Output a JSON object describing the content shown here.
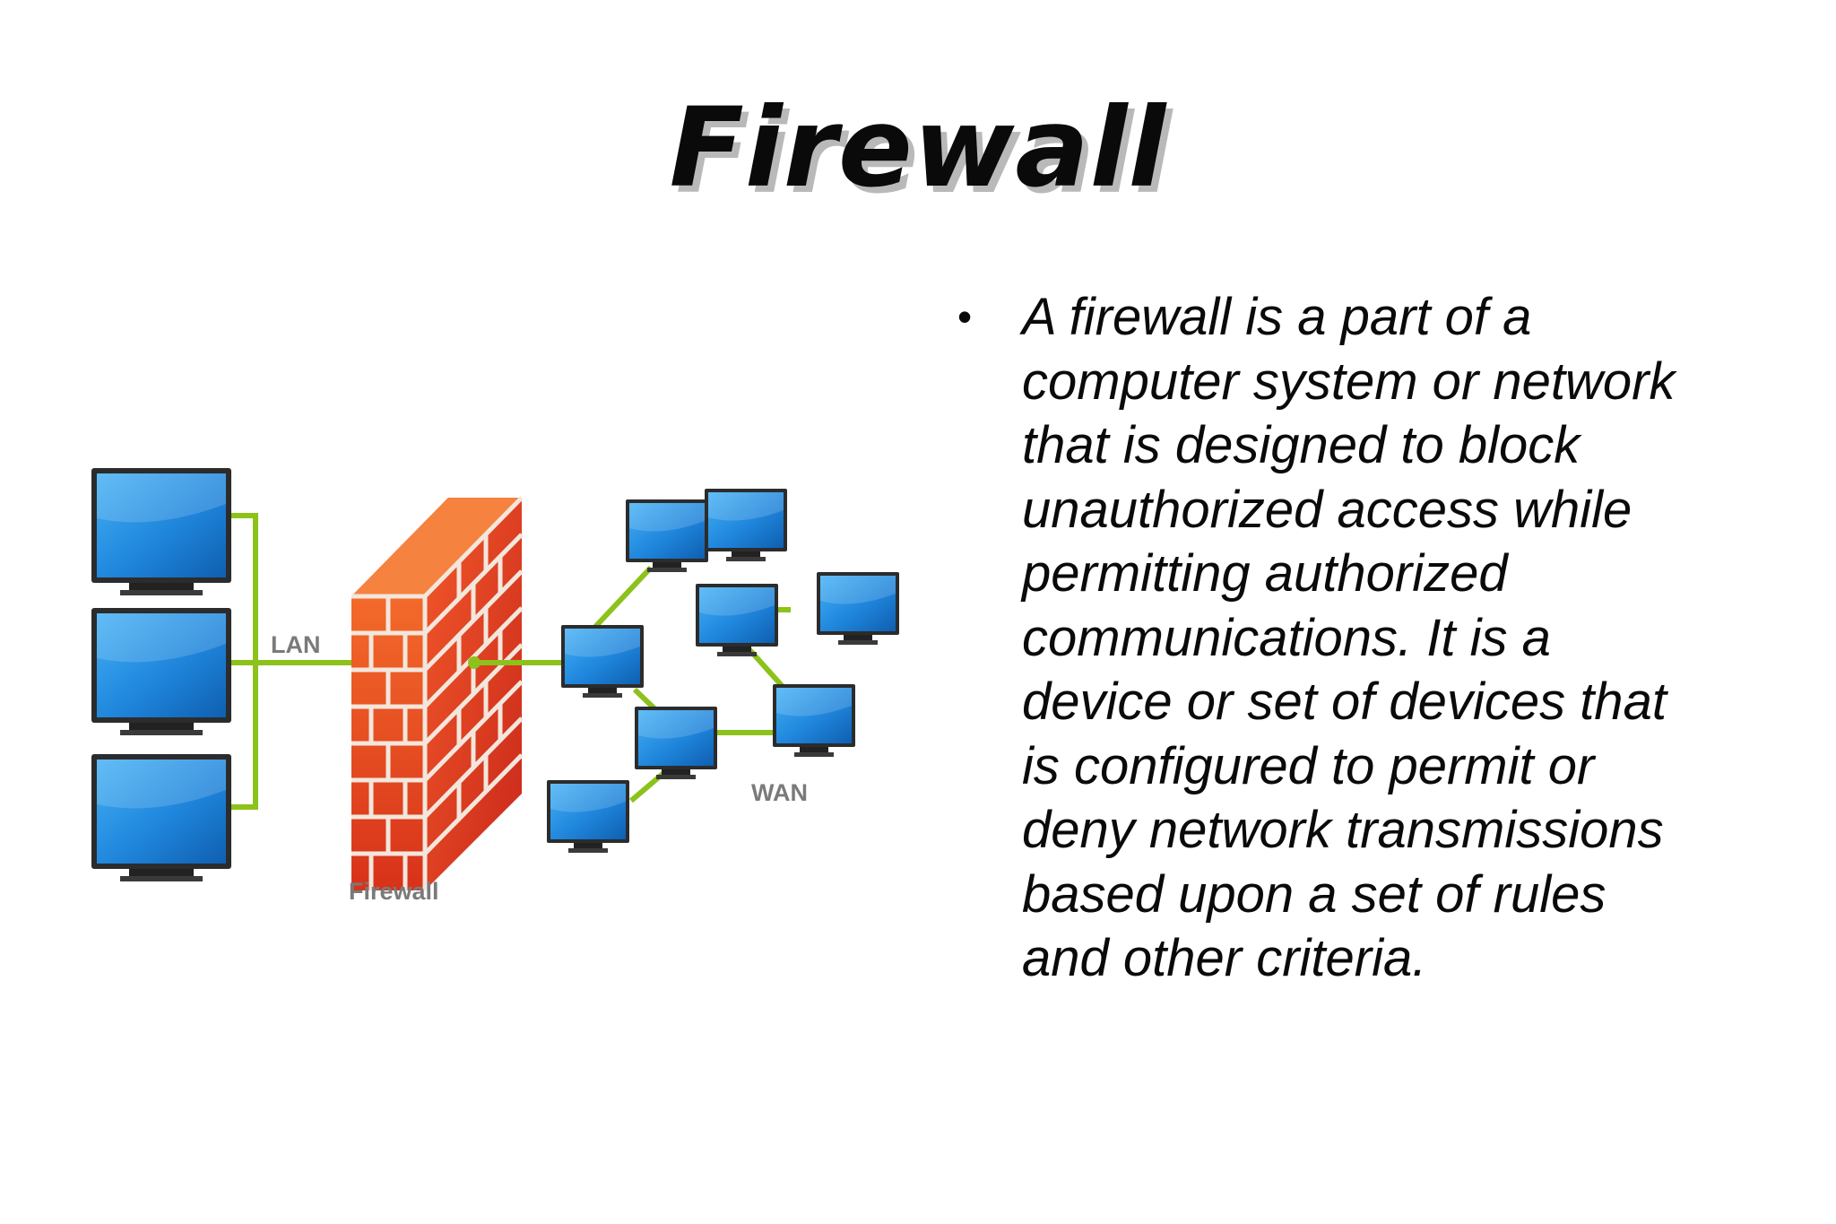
{
  "slide": {
    "title": "Firewall",
    "bullet": "A firewall is a part of a\ncomputer system or network\nthat is designed to block\nunauthorized access while\npermitting authorized\ncommunications. It is a\ndevice or set of devices that\nis configured to permit or\ndeny network transmissions\nbased upon a set of rules\nand other criteria."
  },
  "diagram": {
    "labels": {
      "lan": "LAN",
      "wan": "WAN",
      "firewall": "Firewall"
    },
    "colors": {
      "link": "#8cc21a",
      "screen": "#1f86dc",
      "monitor_frame": "#2c2c2c",
      "brick": "#e8401a",
      "mortar": "#f3e6dc"
    }
  }
}
